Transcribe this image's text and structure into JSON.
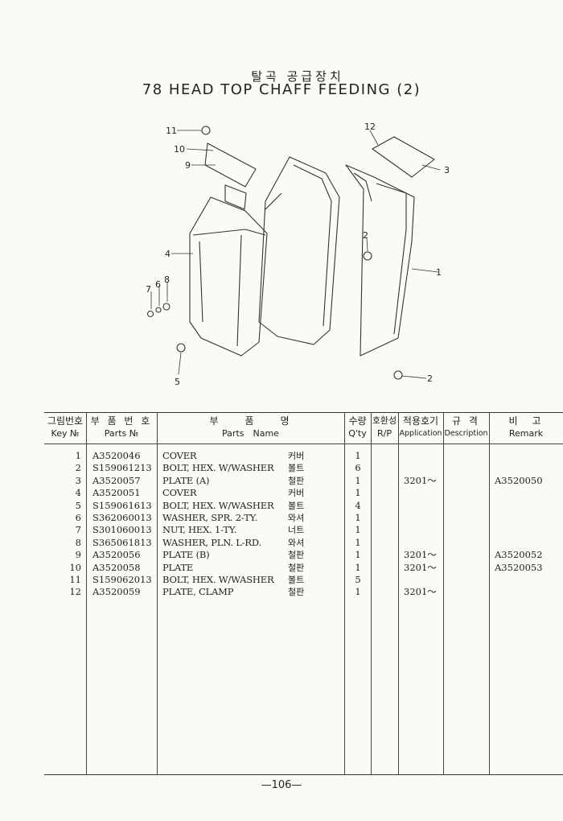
{
  "header": {
    "title_ko": "탈곡 공급장치",
    "title_en": "78 HEAD TOP CHAFF FEEDING (2)"
  },
  "diagram": {
    "callouts": [
      "11",
      "10",
      "9",
      "4",
      "8",
      "7",
      "6",
      "5",
      "12",
      "3",
      "2",
      "1",
      "2"
    ]
  },
  "table": {
    "headers": [
      {
        "ko": "그림번호",
        "en": "Key №"
      },
      {
        "ko": "부 품 번 호",
        "en": "Parts №"
      },
      {
        "ko": "부　　품　　명",
        "en": "Parts　Name"
      },
      {
        "ko": "수량",
        "en": "Q'ty"
      },
      {
        "ko": "호환성",
        "en": "R/P"
      },
      {
        "ko": "적용호기",
        "en": "Application"
      },
      {
        "ko": "규 격",
        "en": "Description"
      },
      {
        "ko": "비　고",
        "en": "Remark"
      }
    ],
    "rows": [
      {
        "key": "1",
        "part": "A3520046",
        "name": "COVER",
        "ko": "커버",
        "qty": "1",
        "app": "",
        "remark": ""
      },
      {
        "key": "2",
        "part": "S159061213",
        "name": "BOLT, HEX. W/WASHER",
        "ko": "볼트",
        "qty": "6",
        "app": "",
        "remark": ""
      },
      {
        "key": "3",
        "part": "A3520057",
        "name": "PLATE (A)",
        "ko": "철판",
        "qty": "1",
        "app": "3201～",
        "remark": "A3520050"
      },
      {
        "key": "4",
        "part": "A3520051",
        "name": "COVER",
        "ko": "커버",
        "qty": "1",
        "app": "",
        "remark": ""
      },
      {
        "key": "5",
        "part": "S159061613",
        "name": "BOLT, HEX. W/WASHER",
        "ko": "볼트",
        "qty": "4",
        "app": "",
        "remark": ""
      },
      {
        "key": "6",
        "part": "S362060013",
        "name": "WASHER, SPR. 2-TY.",
        "ko": "와셔",
        "qty": "1",
        "app": "",
        "remark": ""
      },
      {
        "key": "7",
        "part": "S301060013",
        "name": "NUT, HEX. 1-TY.",
        "ko": "너트",
        "qty": "1",
        "app": "",
        "remark": ""
      },
      {
        "key": "8",
        "part": "S365061813",
        "name": "WASHER, PLN. L-RD.",
        "ko": "와셔",
        "qty": "1",
        "app": "",
        "remark": ""
      },
      {
        "key": "9",
        "part": "A3520056",
        "name": "PLATE (B)",
        "ko": "철판",
        "qty": "1",
        "app": "3201～",
        "remark": "A3520052"
      },
      {
        "key": "10",
        "part": "A3520058",
        "name": "PLATE",
        "ko": "철판",
        "qty": "1",
        "app": "3201～",
        "remark": "A3520053"
      },
      {
        "key": "11",
        "part": "S159062013",
        "name": "BOLT, HEX. W/WASHER",
        "ko": "볼트",
        "qty": "5",
        "app": "",
        "remark": ""
      },
      {
        "key": "12",
        "part": "A3520059",
        "name": "PLATE, CLAMP",
        "ko": "철판",
        "qty": "1",
        "app": "3201～",
        "remark": ""
      }
    ]
  },
  "footer": {
    "page": "—106—"
  }
}
